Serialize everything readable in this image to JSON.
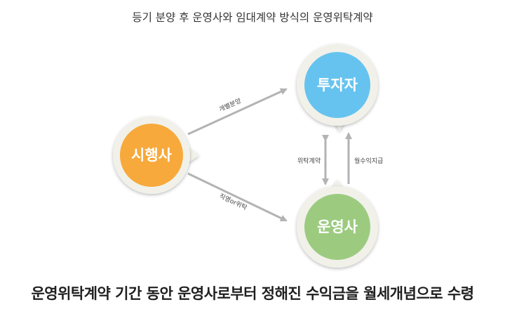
{
  "title": "등기 분양 후 운영사와 임대계약 방식의 운영위탁계약",
  "caption": "운영위탁계약 기간 동안 운영사로부터 정해진 수익금을 월세개념으로 수령",
  "nodes": {
    "developer": {
      "label": "시행사",
      "color": "#f7a93b"
    },
    "investor": {
      "label": "투자자",
      "color": "#66c3ef"
    },
    "operator": {
      "label": "운영사",
      "color": "#9ccb80"
    }
  },
  "edges": {
    "developer_to_investor": {
      "label": "개별분양"
    },
    "developer_to_operator": {
      "label": "직영or위탁"
    },
    "investor_operator": {
      "label": "위탁계약"
    },
    "operator_to_investor": {
      "label": "월수익지급"
    }
  },
  "colors": {
    "arrow": "#b3b3b3",
    "ring": "#f1f1ea"
  }
}
